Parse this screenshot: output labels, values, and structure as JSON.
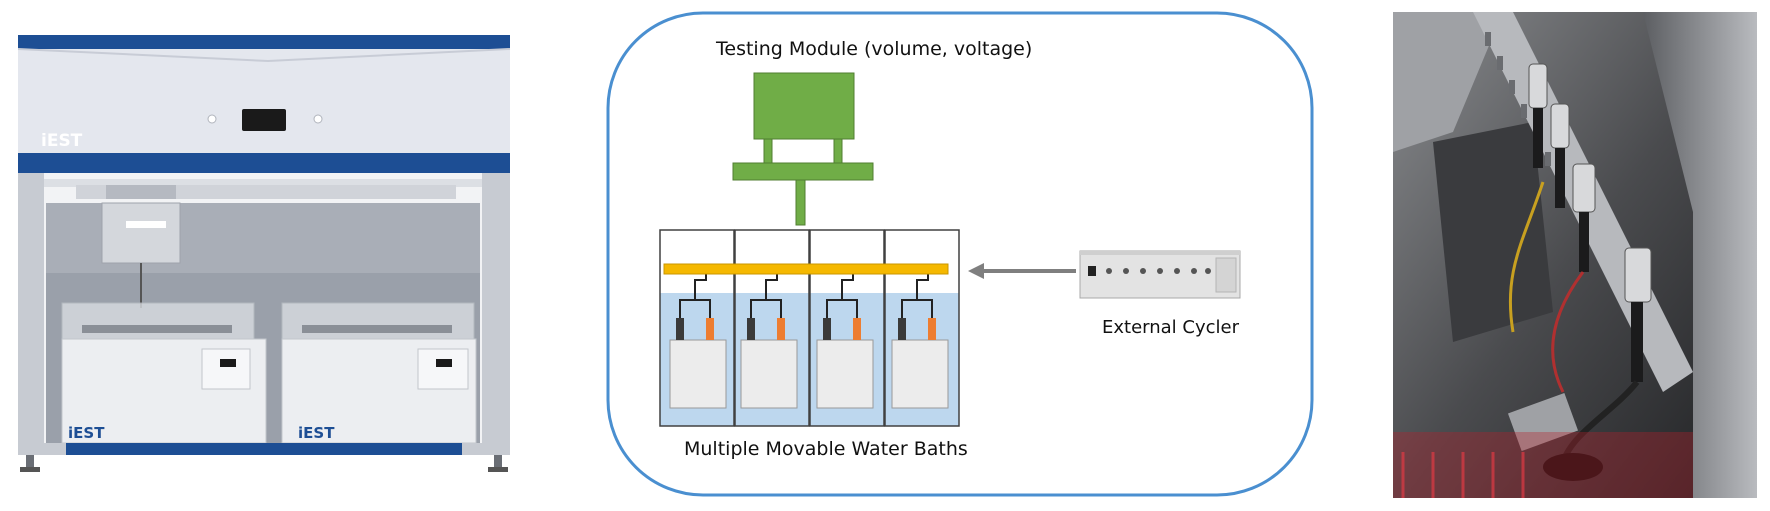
{
  "left_photo": {
    "brand_text": "iEST"
  },
  "diagram": {
    "testing_module_label": "Testing Module (volume, voltage)",
    "external_cycler_label": "External Cycler",
    "water_baths_label": "Multiple Movable Water Baths",
    "colors": {
      "frame_border": "#4a8fd0",
      "module_green": "#70ad47",
      "bus_yellow": "#f5b800",
      "water_blue": "#bdd7ee",
      "terminal_orange": "#ed7d31",
      "arrow_gray": "#7f7f7f"
    }
  },
  "right_photo": {}
}
